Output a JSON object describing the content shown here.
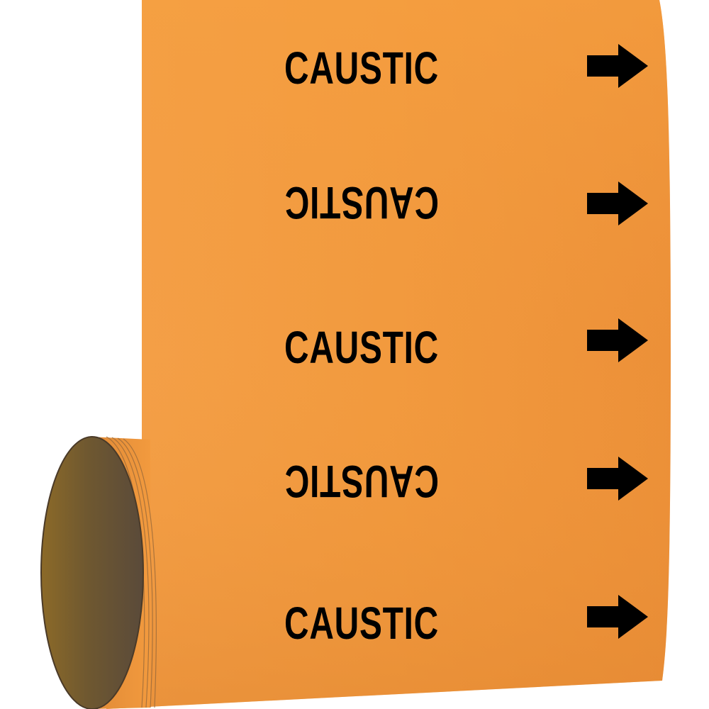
{
  "product": {
    "legend": "CAUSTIC",
    "direction_icon": "arrow-right-icon",
    "colors": {
      "tape": "#F29A3E",
      "tape_shade": "#E48A2E",
      "text": "#000000",
      "core": "#6A5530",
      "background": "#FFFFFF"
    },
    "rows": [
      {
        "text": "CAUSTIC",
        "orientation": "upright"
      },
      {
        "text": "CAUSTIC",
        "orientation": "inverted"
      },
      {
        "text": "CAUSTIC",
        "orientation": "upright"
      },
      {
        "text": "CAUSTIC",
        "orientation": "inverted"
      },
      {
        "text": "CAUSTIC",
        "orientation": "upright"
      }
    ]
  }
}
